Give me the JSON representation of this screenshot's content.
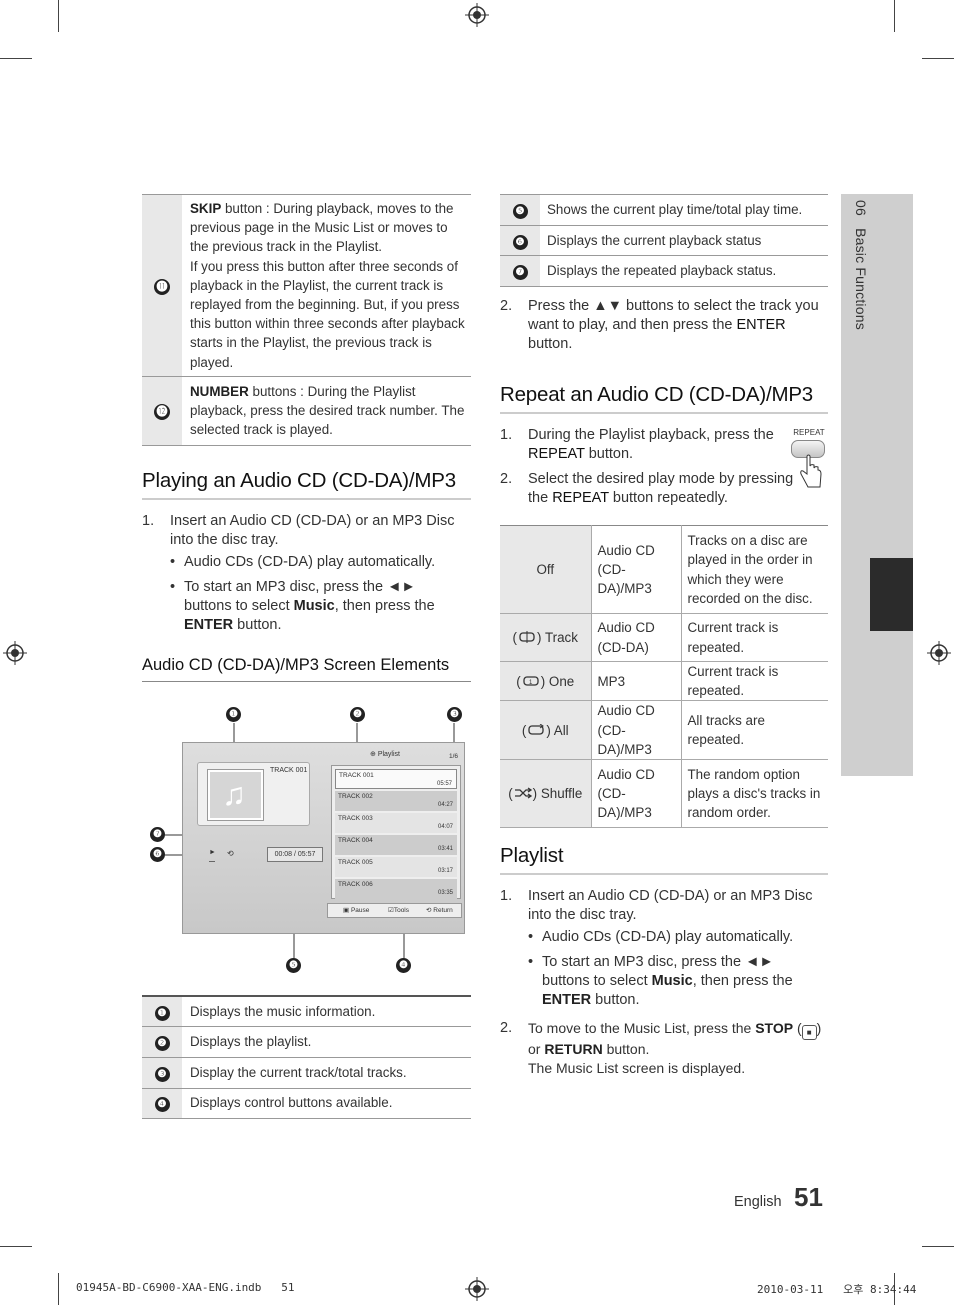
{
  "side_tab": {
    "chapter": "06",
    "title": "Basic Functions"
  },
  "top_table": [
    {
      "num": "⓫",
      "bold": "SKIP",
      "text": " button : During playback, moves to the previous page in the Music List or moves to the previous track in the Playlist.",
      "text2": "If you press this button after three seconds of playback in the Playlist, the current track is replayed from the beginning. But, if you press this button within three seconds after playback starts in the Playlist, the previous track is played."
    },
    {
      "num": "⓬",
      "bold": "NUMBER",
      "text": " buttons : During the Playlist playback, press the desired track number. The selected track is played."
    }
  ],
  "playing": {
    "heading": "Playing an Audio CD (CD-DA)/MP3",
    "step1_num": "1.",
    "step1": "Insert an Audio CD (CD-DA) or an MP3 Disc into the disc tray.",
    "bullet1": "Audio CDs (CD-DA) play automatically.",
    "bullet2_a": "To start an MP3 disc, press the ◄► buttons to select ",
    "bullet2_b": "Music",
    "bullet2_c": ", then press the ",
    "bullet2_d": "ENTER",
    "bullet2_e": " button.",
    "bullet_mark": "•"
  },
  "screen_elements": {
    "heading": "Audio CD (CD-DA)/MP3 Screen Elements",
    "callouts": [
      "❶",
      "❷",
      "❸",
      "❹",
      "❺",
      "❻",
      "❼"
    ],
    "screen": {
      "playlist_title": "Playlist",
      "counter": "1/6",
      "info_track": "TRACK 001",
      "time": "00:08 / 05:57",
      "tracks": [
        {
          "name": "TRACK 001",
          "time": "05:57"
        },
        {
          "name": "TRACK 002",
          "time": "04:27"
        },
        {
          "name": "TRACK 003",
          "time": "04:07"
        },
        {
          "name": "TRACK 004",
          "time": "03:41"
        },
        {
          "name": "TRACK 005",
          "time": "03:17"
        },
        {
          "name": "TRACK 006",
          "time": "03:35"
        }
      ],
      "buttons": [
        "Pause",
        "Tools",
        "Return"
      ]
    }
  },
  "elements_table_left": [
    {
      "num": "❶",
      "text": "Displays the music information."
    },
    {
      "num": "❷",
      "text": "Displays the playlist."
    },
    {
      "num": "❸",
      "text": "Display the current track/total tracks."
    },
    {
      "num": "❹",
      "text": "Displays control buttons available."
    }
  ],
  "elements_table_right": [
    {
      "num": "❺",
      "text": "Shows the current play time/total play time."
    },
    {
      "num": "❻",
      "text": "Displays the current playback status"
    },
    {
      "num": "❼",
      "text": "Displays the repeated playback status."
    }
  ],
  "step2": {
    "num": "2.",
    "a": "Press the ▲▼ buttons to select the track you want to play, and then press the ",
    "b": "ENTER",
    "c": " button."
  },
  "repeat": {
    "heading": "Repeat an Audio CD (CD-DA)/MP3",
    "remote_label": "REPEAT",
    "s1_num": "1.",
    "s1_a": "During the Playlist playback, press the ",
    "s1_b": "REPEAT",
    "s1_c": " button.",
    "s2_num": "2.",
    "s2_a": "Select the desired play mode by pressing the ",
    "s2_b": "REPEAT",
    "s2_c": " button repeatedly.",
    "table": [
      {
        "mode": "Off",
        "media": "Audio CD (CD-DA)/MP3",
        "desc": "Tracks on a disc are played in the order in which they were recorded on the disc."
      },
      {
        "mode": "Track",
        "media": "Audio CD (CD-DA)",
        "desc": "Current track is repeated."
      },
      {
        "mode": "One",
        "media": "MP3",
        "desc": "Current track is repeated."
      },
      {
        "mode": "All",
        "media": "Audio CD (CD-DA)/MP3",
        "desc": "All tracks are repeated."
      },
      {
        "mode": "Shuffle",
        "media": "Audio CD (CD-DA)/MP3",
        "desc": "The random option plays a disc's tracks in random order."
      }
    ]
  },
  "playlist": {
    "heading": "Playlist",
    "s1_num": "1.",
    "s1": "Insert an Audio CD (CD-DA) or an MP3 Disc into the disc tray.",
    "bullet1": "Audio CDs (CD-DA) play automatically.",
    "bullet2_a": "To start an MP3 disc, press the ◄► buttons to select ",
    "bullet2_b": "Music",
    "bullet2_c": ", then press the ",
    "bullet2_d": "ENTER",
    "bullet2_e": " button.",
    "s2_num": "2.",
    "s2_a": "To move to the Music List, press the ",
    "s2_b": "STOP",
    "s2_c": " (",
    "s2_d": ")",
    "s2_e": "or ",
    "s2_f": "RETURN",
    "s2_g": " button.",
    "s2_h": "The Music List screen is displayed."
  },
  "footer": {
    "lang": "English",
    "page": "51",
    "file": "01945A-BD-C6900-XAA-ENG.indb   51",
    "date": "2010-03-11   오후 8:34:44"
  }
}
